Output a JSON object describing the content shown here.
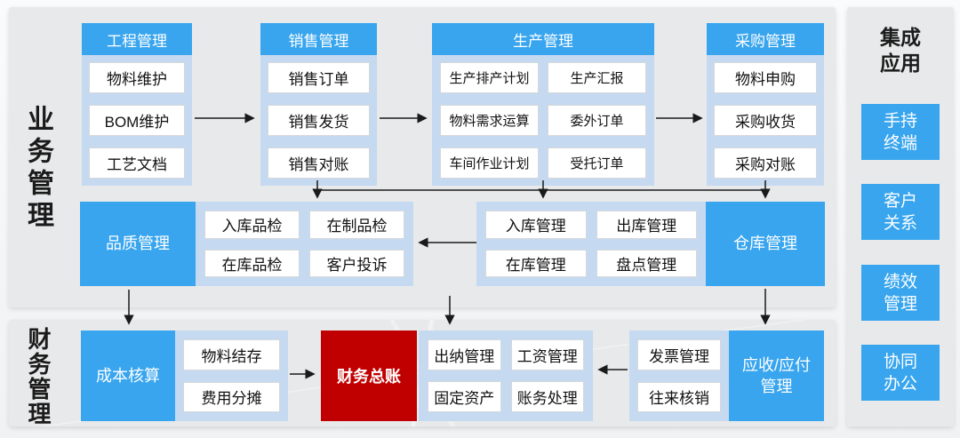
{
  "sections": {
    "business_label": "业务管理",
    "finance_label": "财务管理",
    "integration_title": {
      "line1": "集成",
      "line2": "应用"
    }
  },
  "business": {
    "columns": [
      {
        "header": "工程管理",
        "items": [
          "物料维护",
          "BOM维护",
          "工艺文档"
        ]
      },
      {
        "header": "销售管理",
        "items": [
          "销售订单",
          "销售发货",
          "销售对账"
        ]
      },
      {
        "header": "生产管理",
        "items": [
          "生产排产计划",
          "生产汇报",
          "物料需求运算",
          "委外订单",
          "车间作业计划",
          "受托订单"
        ]
      },
      {
        "header": "采购管理",
        "items": [
          "物料申购",
          "采购收货",
          "采购对账"
        ]
      }
    ],
    "quality": {
      "label": "品质管理",
      "items": [
        "入库品检",
        "在制品检",
        "在库品检",
        "客户投诉"
      ]
    },
    "warehouse": {
      "label": "仓库管理",
      "items": [
        "入库管理",
        "出库管理",
        "在库管理",
        "盘点管理"
      ]
    }
  },
  "finance": {
    "cost": {
      "label": "成本核算",
      "items": [
        "物料结存",
        "费用分摊"
      ]
    },
    "ledger_label": "财务总账",
    "cashier_items": [
      "出纳管理",
      "工资管理",
      "固定资产",
      "账务处理"
    ],
    "receivable": {
      "label_line1": "应收/应付",
      "label_line2": "管理",
      "items": [
        "发票管理",
        "往来核销"
      ]
    }
  },
  "integration": {
    "items": [
      {
        "line1": "手持",
        "line2": "终端"
      },
      {
        "line1": "客户",
        "line2": "关系"
      },
      {
        "line1": "绩效",
        "line2": "管理"
      },
      {
        "line1": "协同",
        "line2": "办公"
      }
    ]
  },
  "colors": {
    "accent_blue": "#38a5ee",
    "light_blue": "#c5d9f1",
    "accent_red": "#c00000",
    "panel_gray": "#e8e9ea",
    "arrow_black": "#1a1a1a"
  }
}
